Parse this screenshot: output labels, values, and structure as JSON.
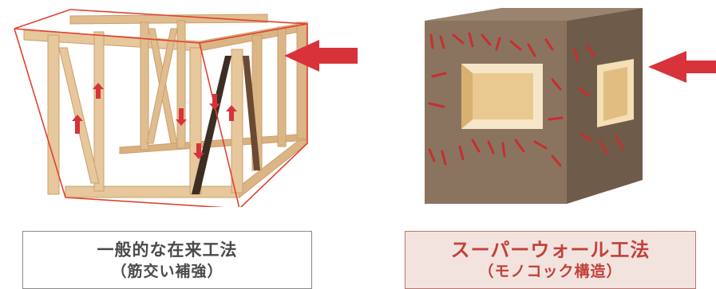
{
  "left_caption": {
    "title": "一般的な在来工法",
    "subtitle": "（筋交い補強）"
  },
  "right_caption": {
    "title": "スーパーウォール工法",
    "subtitle": "（モノコック構造）"
  },
  "colors": {
    "wood": "#e7c79c",
    "wood_dark": "#c9a06d",
    "frame_outline": "#e2412e",
    "arrow": "#d8323a",
    "panel_face": "#8a7460",
    "panel_side": "#6f5b49",
    "caption_right_bg": "#f3e3df",
    "caption_right_text": "#c2413a",
    "caption_left_text": "#4a4a4a"
  },
  "icons": [
    "force-arrow-icon",
    "force-arrow-icon"
  ]
}
